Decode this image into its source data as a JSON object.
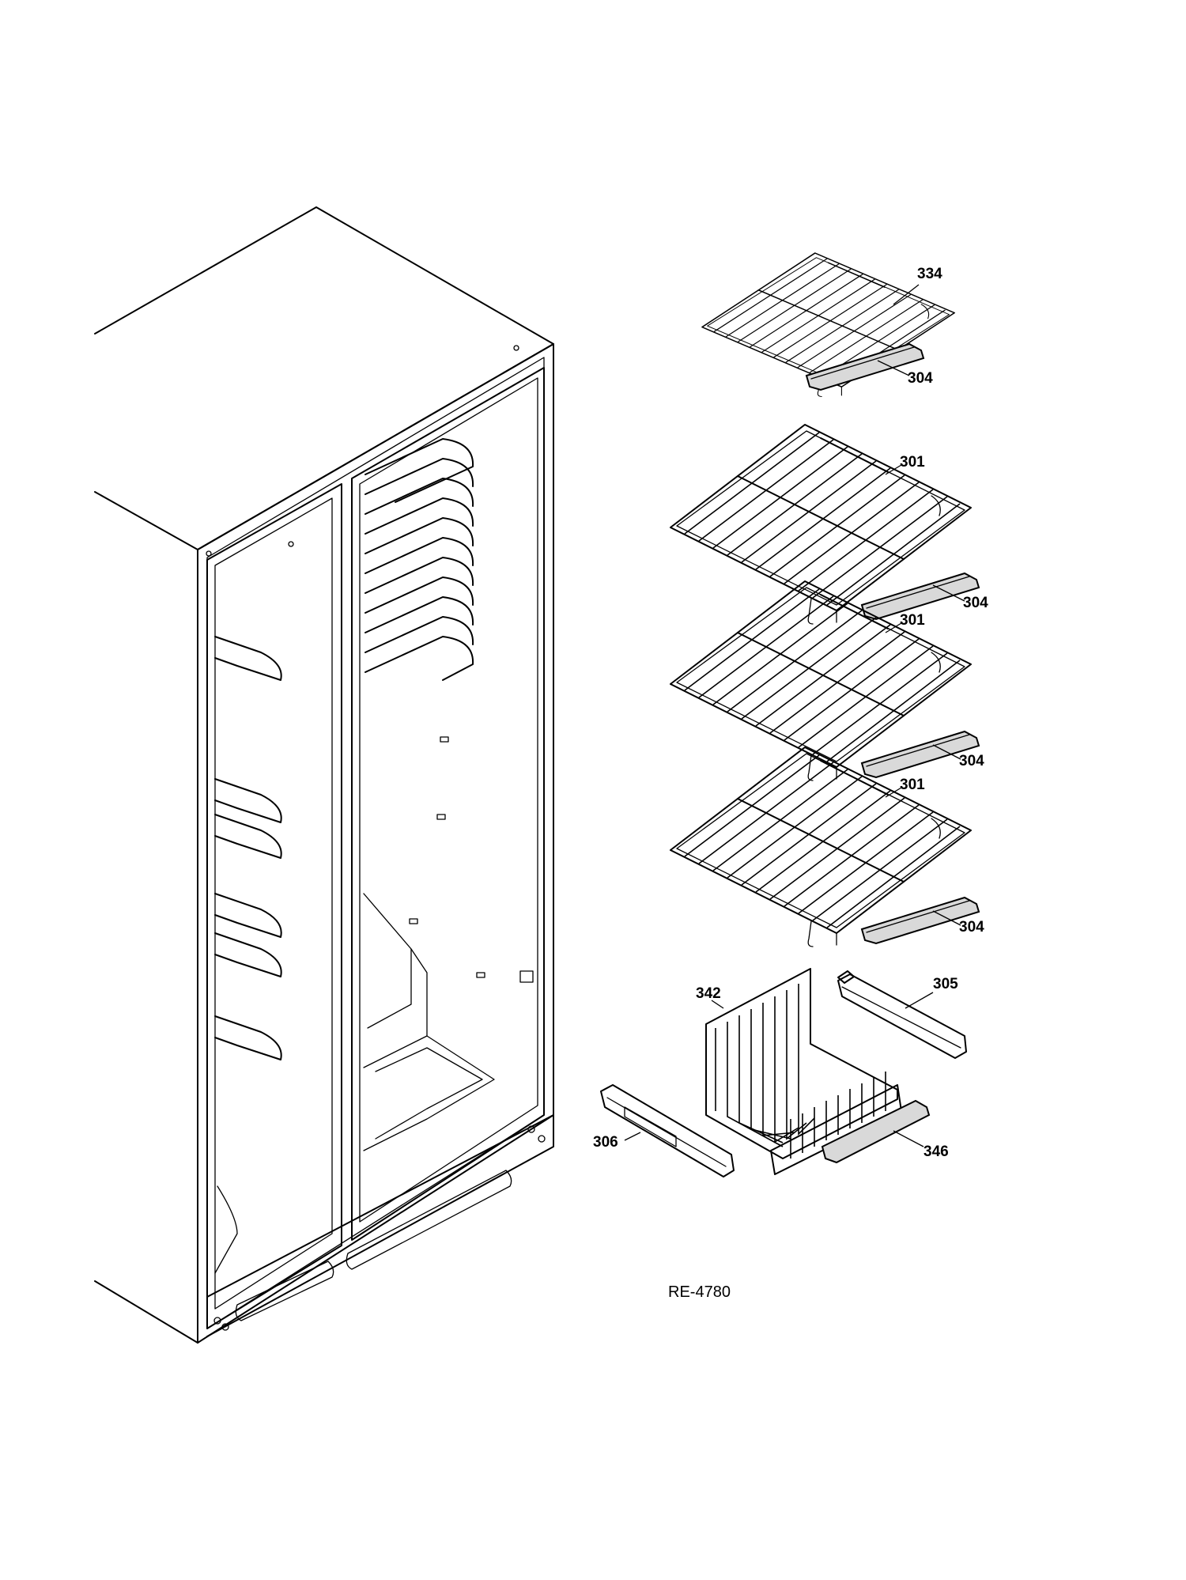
{
  "diagram": {
    "reference_code": "RE-4780",
    "callouts": {
      "c334": "334",
      "c304a": "304",
      "c301a": "301",
      "c304b": "304",
      "c301b": "301",
      "c304c": "304",
      "c301c": "301",
      "c304d": "304",
      "c342": "342",
      "c305": "305",
      "c306": "306",
      "c346": "346"
    }
  }
}
